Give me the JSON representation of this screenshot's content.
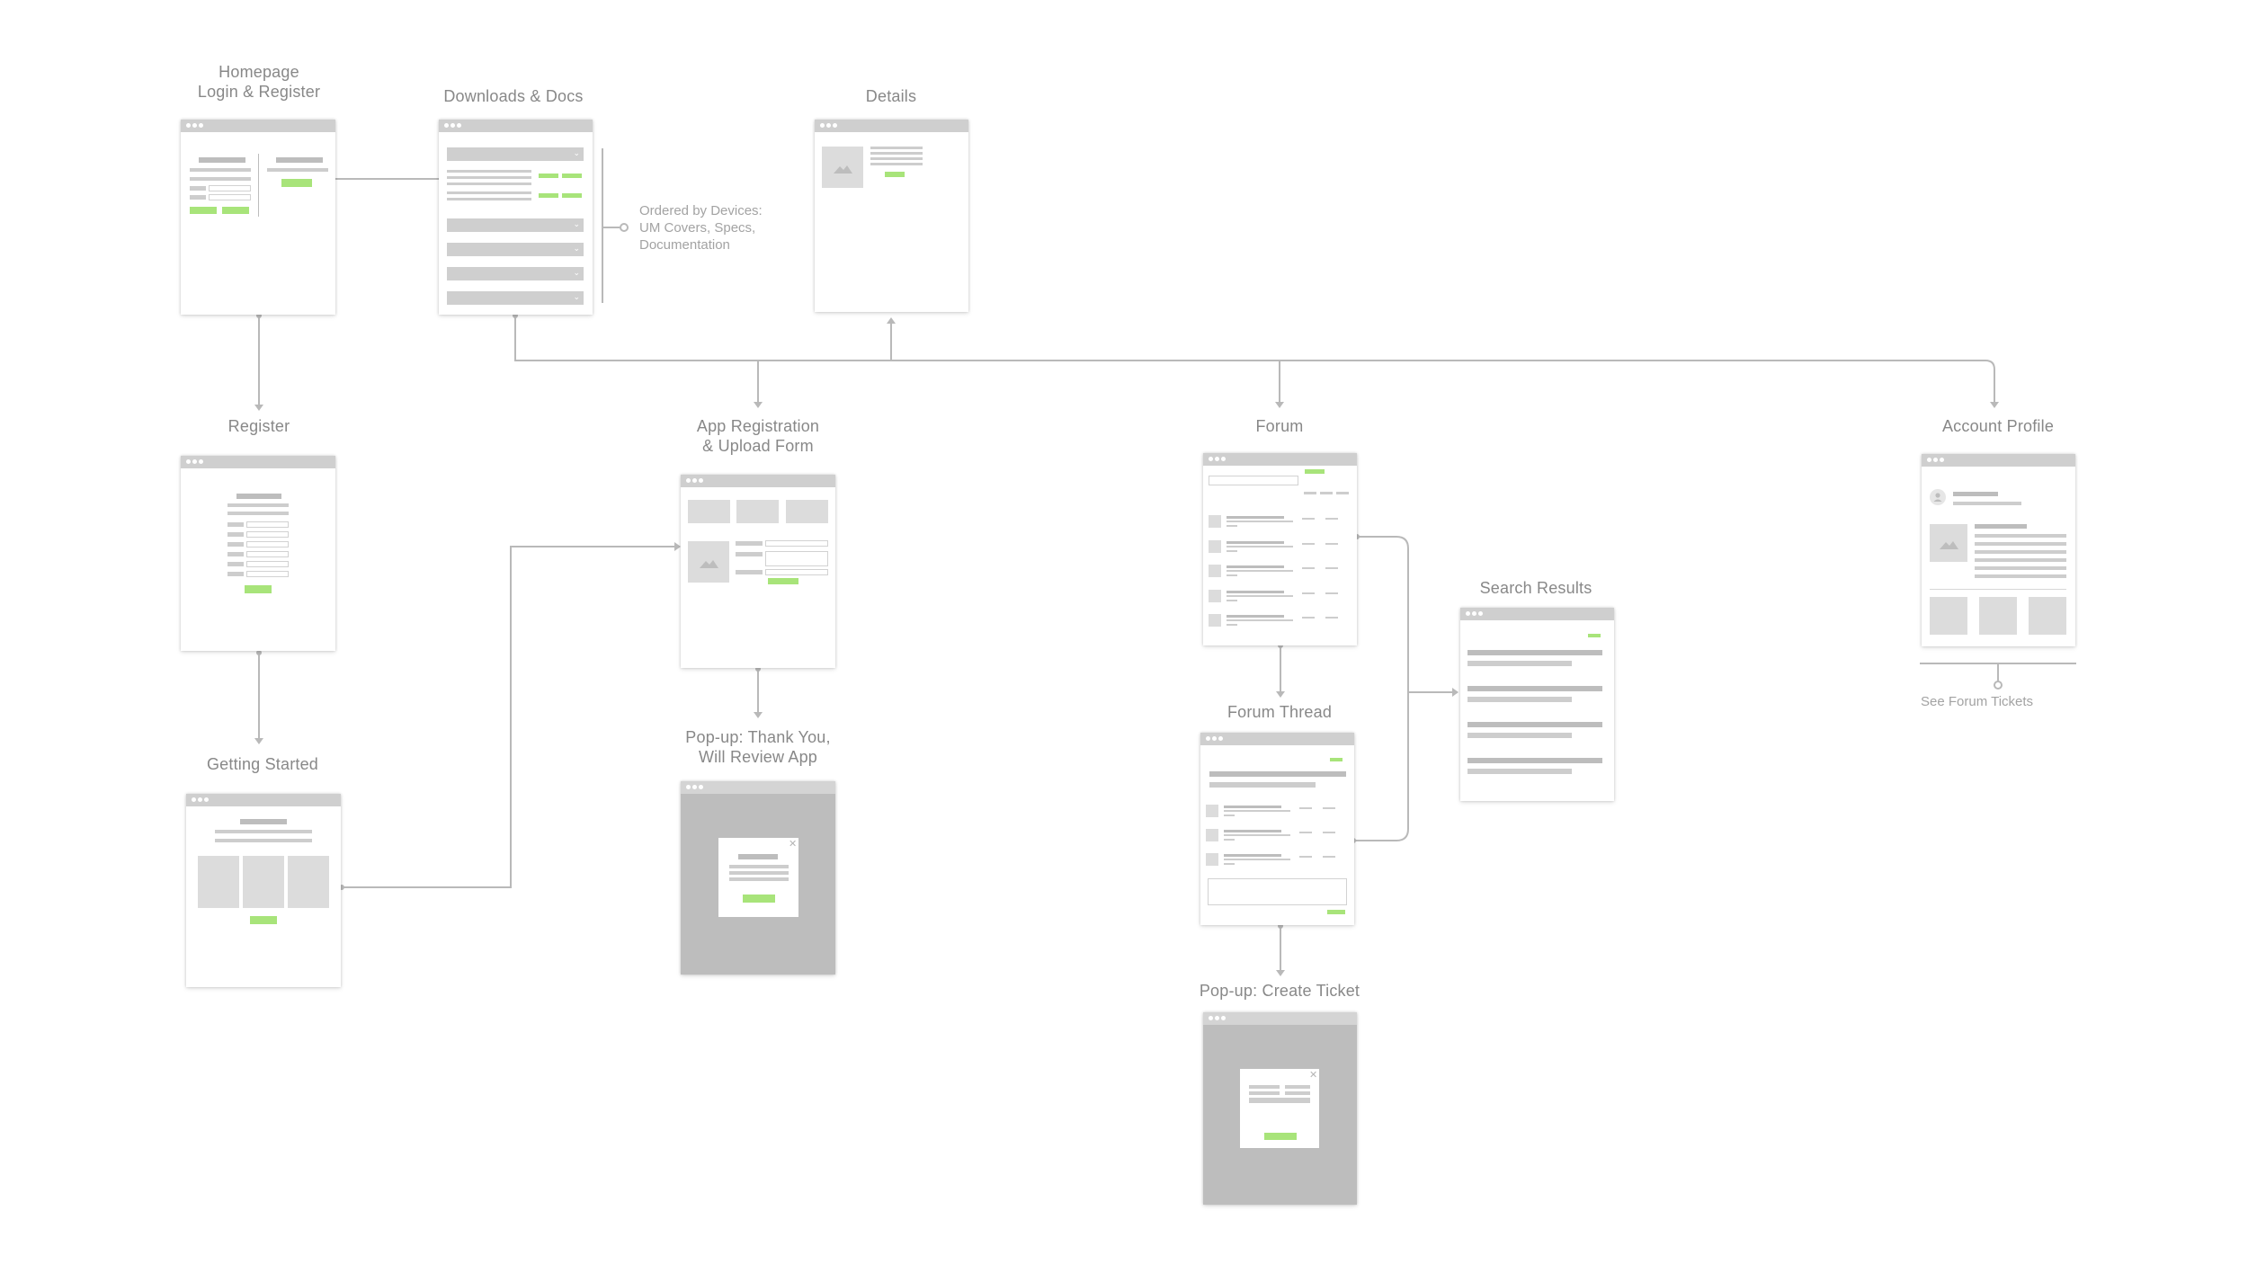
{
  "screens": {
    "homepage": {
      "label": "Homepage\nLogin & Register"
    },
    "downloads": {
      "label": "Downloads & Docs"
    },
    "details": {
      "label": "Details"
    },
    "register": {
      "label": "Register"
    },
    "getting_started": {
      "label": "Getting Started"
    },
    "app_registration": {
      "label": "App Registration\n& Upload Form"
    },
    "popup_thank_you": {
      "label": "Pop-up: Thank You,\nWill Review App"
    },
    "forum": {
      "label": "Forum"
    },
    "forum_thread": {
      "label": "Forum Thread"
    },
    "popup_create_ticket": {
      "label": "Pop-up: Create Ticket"
    },
    "search_results": {
      "label": "Search Results"
    },
    "account_profile": {
      "label": "Account Profile"
    }
  },
  "annotations": {
    "downloads_note": "Ordered by Devices:\nUM Covers, Specs,\nDocumentation",
    "forum_tickets": "See Forum Tickets"
  },
  "colors": {
    "connector": "#b9b9b9",
    "accent": "#a8e47a",
    "label": "#888888",
    "placeholder": "#cdcdcd"
  }
}
